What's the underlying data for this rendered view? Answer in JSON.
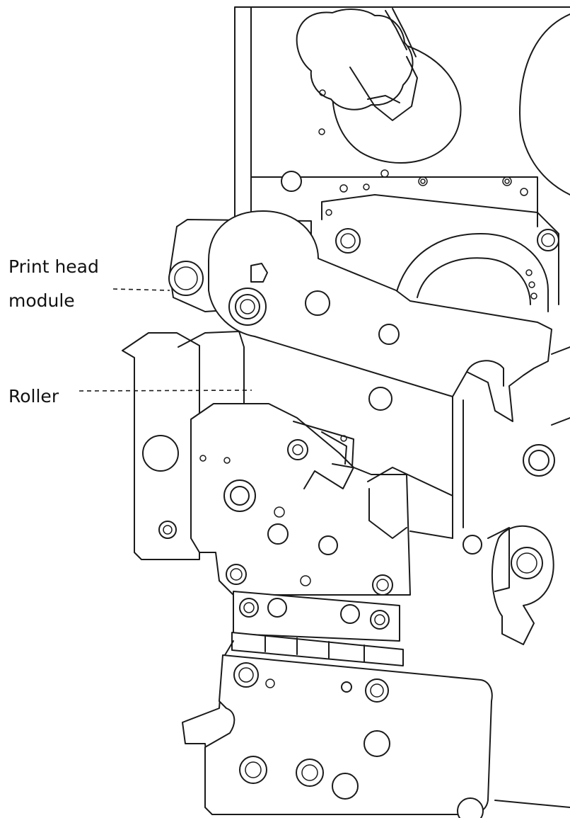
{
  "callouts": {
    "print_head_module_line1": "Print head",
    "print_head_module_line2": "module",
    "roller": "Roller"
  },
  "colors": {
    "line": "#1a1a1a",
    "background": "#ffffff"
  }
}
